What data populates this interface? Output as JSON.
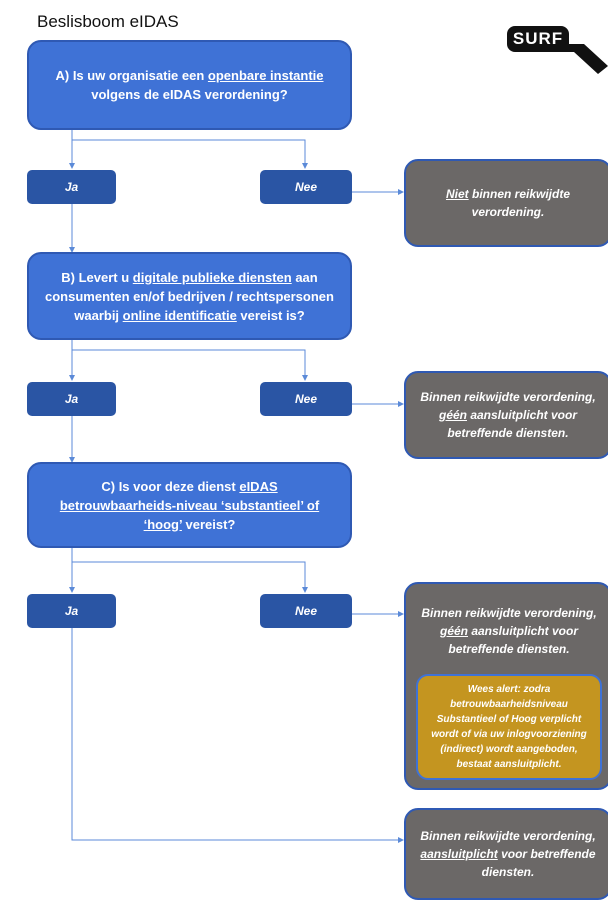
{
  "header": {
    "title": "Beslisboom eIDAS",
    "logo": "SURF"
  },
  "questions": {
    "a": {
      "pre": "A) Is uw organisatie een ",
      "link": "openbare instantie",
      "post": " volgens de eIDAS verordening?"
    },
    "b": {
      "pre": "B) Levert u ",
      "link": "digitale publieke diensten",
      "mid": " aan consumenten en/of bedrijven / rechtspersonen waarbij ",
      "link2": "online identificatie",
      "post": " vereist is?"
    },
    "c": {
      "pre": "C) Is voor deze dienst ",
      "link": "eIDAS betrouwbaarheids-niveau ‘substantieel’ of ‘hoog’",
      "post": " vereist?"
    }
  },
  "answers": {
    "yes": "Ja",
    "no": "Nee"
  },
  "outcomes": {
    "a_no": {
      "em": "Niet",
      "text": " binnen reikwijdte verordening."
    },
    "b_no": {
      "pre": "Binnen reikwijdte verordening, ",
      "em": "géén",
      "post": " aansluitplicht voor betreffende diensten."
    },
    "c_no": {
      "pre": "Binnen reikwijdte verordening, ",
      "em": "géén",
      "post": " aansluitplicht voor betreffende diensten."
    },
    "c_alert": "Wees alert: zodra betrouwbaarheidsniveau Substantieel of Hoog verplicht wordt of via uw inlogvoorziening (indirect) wordt aangeboden, bestaat aansluitplicht.",
    "c_yes": {
      "pre": "Binnen reikwijdte verordening, ",
      "em": "aansluitplicht",
      "post": " voor betreffende diensten."
    }
  },
  "colors": {
    "question": "#3f72d6",
    "answer": "#2a55a4",
    "outcome": "#6b6867",
    "alert": "#c49520",
    "line": "#5b8ad8"
  }
}
